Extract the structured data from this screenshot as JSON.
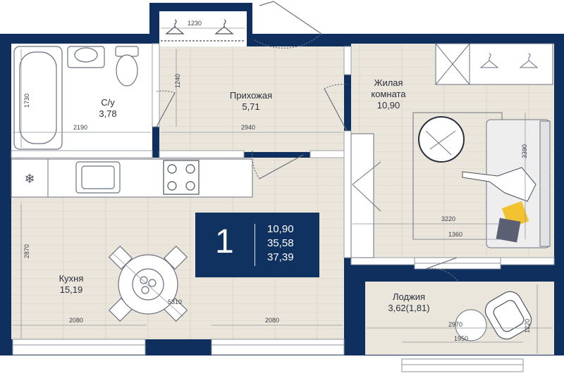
{
  "rooms": {
    "bath": {
      "name": "С/у",
      "area": "3,78"
    },
    "hall": {
      "name": "Прихожая",
      "area": "5,71"
    },
    "living": {
      "name_line1": "Жилая",
      "name_line2": "комната",
      "area": "10,90"
    },
    "kitchen": {
      "name": "Кухня",
      "area": "15,19"
    },
    "loggia": {
      "name": "Лоджия",
      "area": "3,62(1,81)"
    }
  },
  "dimensions": {
    "closet_width": "1230",
    "bath_height": "1730",
    "bath_width": "2190",
    "hall_side": "1240",
    "hall_width": "2940",
    "living_height": "3390",
    "living_width": "3220",
    "living_inner": "1360",
    "kitchen_height": "2870",
    "kitchen_width_left": "2080",
    "kitchen_width_right": "2080",
    "kitchen_diag": "5310",
    "loggia_width": "2970",
    "loggia_inner": "1950",
    "loggia_height": "1220"
  },
  "badge": {
    "rooms_count": "1",
    "living_area": "10,90",
    "total_area": "35,58",
    "total_area_with_loggia": "37,39"
  },
  "colors": {
    "wall": "#0f2f5e",
    "floor": "#ebe6db",
    "badge_bg": "#103260",
    "accent_pillow": "#f2c230",
    "accent_pillow2": "#5a5f72"
  }
}
